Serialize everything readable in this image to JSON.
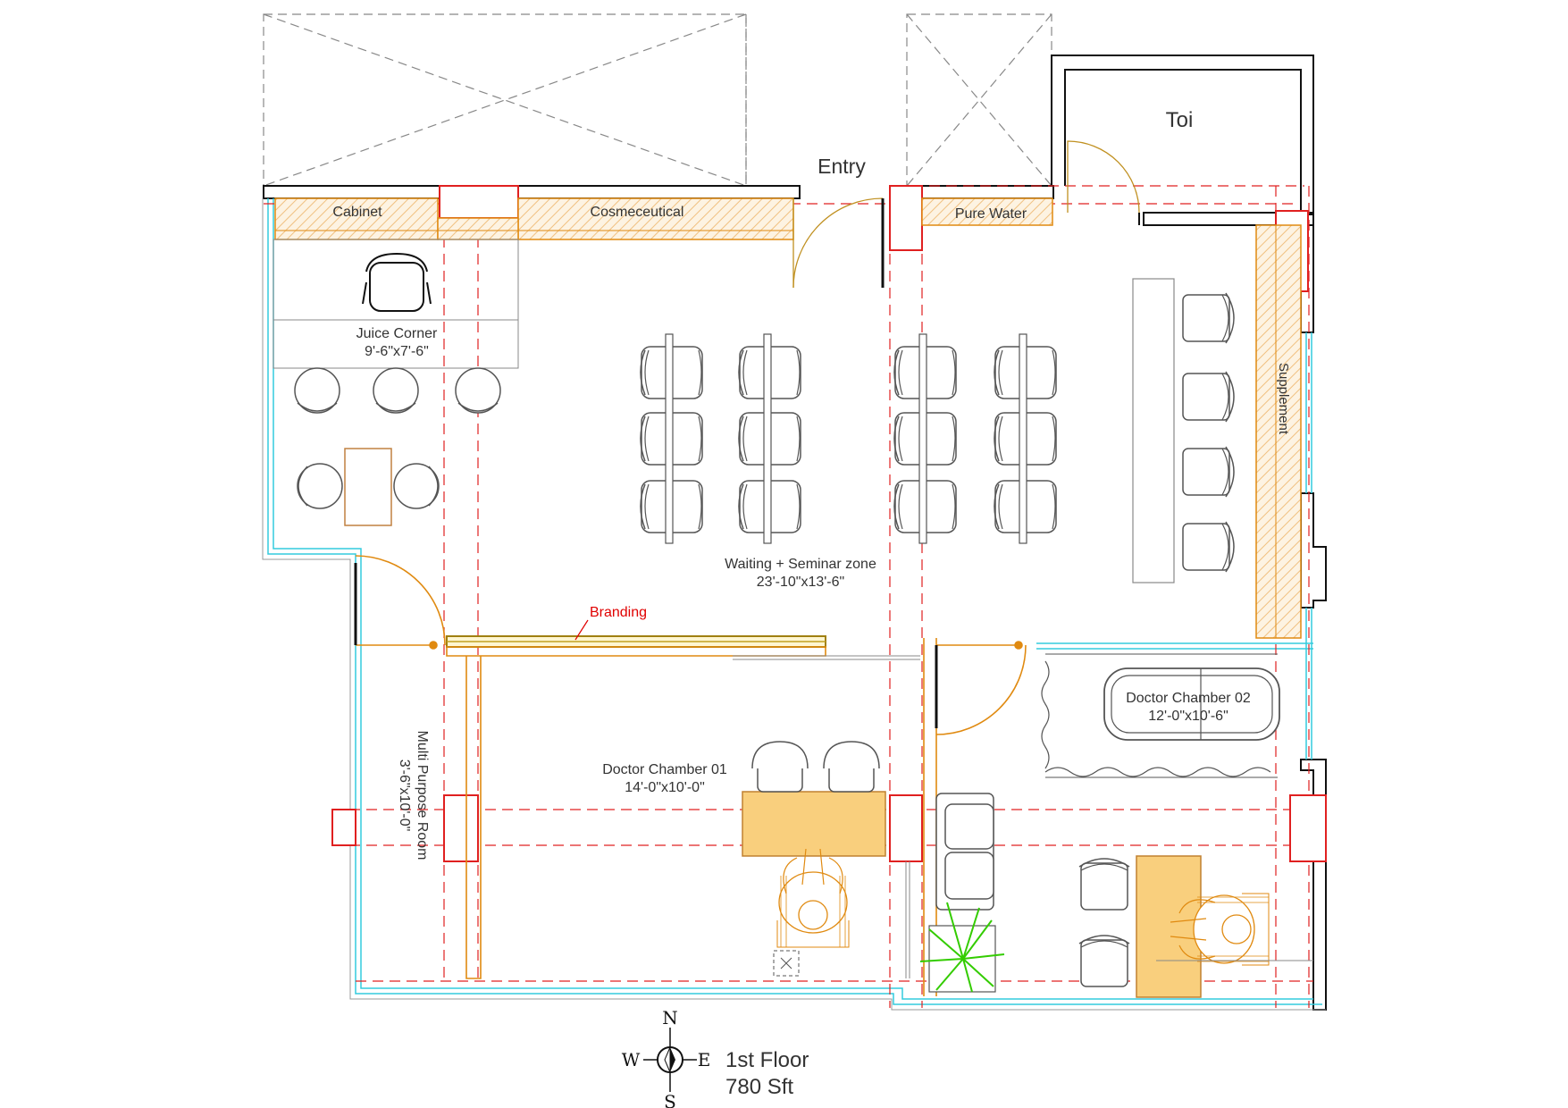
{
  "rooms": {
    "entry": "Entry",
    "toilet": "Toi",
    "cabinet": "Cabinet",
    "cosmeceutical": "Cosmeceutical",
    "pure_water": "Pure Water",
    "supplement": "Supplement",
    "branding": "Branding",
    "juice_corner": {
      "name": "Juice Corner",
      "size": "9'-6\"x7'-6\""
    },
    "waiting_zone": {
      "name": "Waiting + Seminar zone",
      "size": "23'-10\"x13'-6\""
    },
    "doctor_chamber_01": {
      "name": "Doctor Chamber 01",
      "size": "14'-0\"x10'-0\""
    },
    "doctor_chamber_02": {
      "name": "Doctor Chamber 02",
      "size": "12'-0\"x10'-6\""
    },
    "multi_purpose_room": {
      "name": "Multi Purpose Room",
      "size": "3'-6\"x10'-0\""
    }
  },
  "compass": {
    "north": "N",
    "south": "S",
    "east": "E",
    "west": "W"
  },
  "floor": {
    "title": "1st Floor",
    "area": "780 Sft"
  },
  "colors": {
    "wall": "#111111",
    "grid_line": "#e02020",
    "glass": "#33ccdd",
    "joinery": "#e08a10",
    "table_fill": "#f9cf7d",
    "furniture": "#555555",
    "plant": "#33cc00"
  }
}
